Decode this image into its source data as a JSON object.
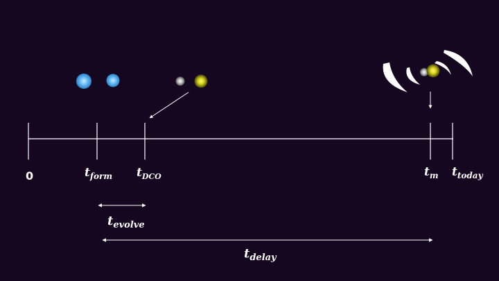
{
  "colors": {
    "background": "#150720",
    "line": "#ffffff",
    "blue_star": "#5fb6f2",
    "yellow_star": "#d6d21a",
    "grey_star": "#bdbdbd"
  },
  "timeline": {
    "origin_label": "0",
    "ticks": [
      {
        "base": "t",
        "sub": "form"
      },
      {
        "base": "t",
        "sub": "DCO"
      },
      {
        "base": "t",
        "sub": "m"
      },
      {
        "base": "t",
        "sub": "today"
      }
    ]
  },
  "intervals": {
    "evolve": {
      "base": "t",
      "sub": "evolve"
    },
    "delay": {
      "base": "t",
      "sub": "delay"
    }
  },
  "icons": [
    "binary-star-blue-icon",
    "double-compact-object-icon",
    "merger-gravitational-wave-icon"
  ]
}
